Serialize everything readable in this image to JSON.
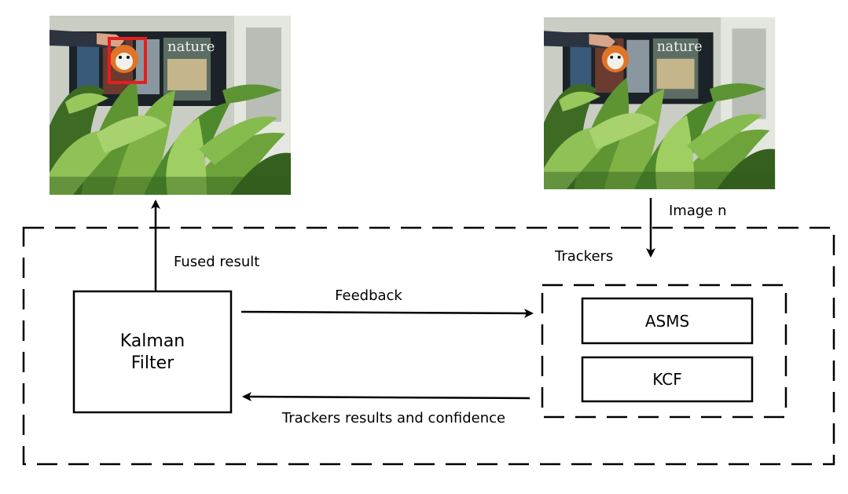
{
  "diagram": {
    "kalman_filter": {
      "line1": "Kalman",
      "line2": "Filter"
    },
    "trackers_group_label": "Trackers",
    "trackers": [
      {
        "label": "ASMS"
      },
      {
        "label": "KCF"
      }
    ],
    "edges": {
      "fused_result": "Fused result",
      "image_input": "Image n",
      "feedback": "Feedback",
      "tracker_results": "Trackers results and confidence"
    }
  },
  "images": {
    "output_frame": {
      "has_bounding_box": true,
      "box_color": "#e41f1f"
    },
    "input_frame": {
      "has_bounding_box": false
    }
  },
  "colors": {
    "line": "#000000",
    "bounding_box": "#e41f1f",
    "leaf_dark": "#2f5a1d",
    "leaf_light": "#7fb346",
    "wall": "#cfd2c8"
  }
}
